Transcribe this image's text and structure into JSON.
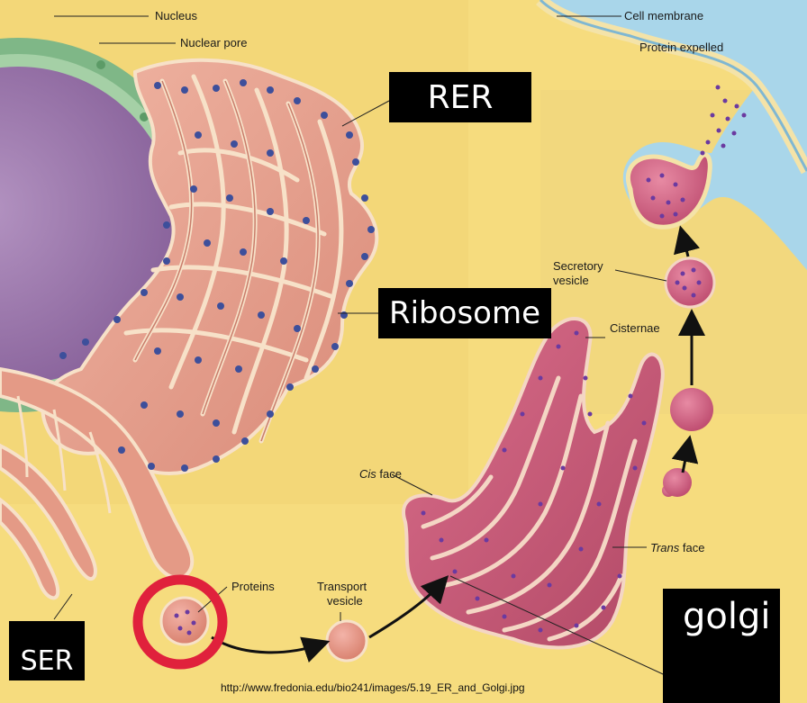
{
  "labels": {
    "nucleus": "Nucleus",
    "nuclear_pore": "Nuclear pore",
    "cell_membrane": "Cell membrane",
    "protein_expelled": "Protein expelled",
    "secretory_vesicle_1": "Secretory",
    "secretory_vesicle_2": "vesicle",
    "cisternae": "Cisternae",
    "cis_face_italic": "Cis",
    "cis_face_rest": " face",
    "trans_face_italic": "Trans",
    "trans_face_rest": " face",
    "proteins": "Proteins",
    "transport_vesicle_1": "Transport",
    "transport_vesicle_2": "vesicle"
  },
  "overlays": {
    "rer": "RER",
    "ribosome": "Ribosome",
    "ser": "SER",
    "golgi": "golgi"
  },
  "source_url": "http://www.fredonia.edu/bio241/images/5.19_ER_and_Golgi.jpg",
  "colors": {
    "background": "#f6dc7e",
    "cytoplasm_blue": "#a9d6ea",
    "nucleus": "#9c77ab",
    "nuclear_envelope": "#7fb787",
    "er": "#e9a592",
    "ribosome": "#3d4f9b",
    "golgi": "#c85a78",
    "highlight_ring": "#e0213c"
  }
}
